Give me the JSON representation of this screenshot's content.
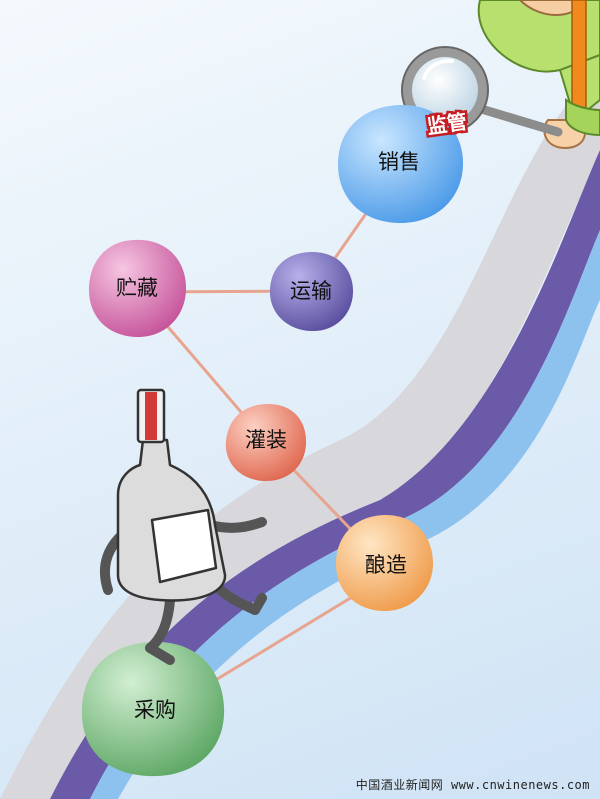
{
  "nodes": {
    "sales": "销售",
    "transport": "运输",
    "storage": "贮藏",
    "bottling": "灌装",
    "brewing": "酿造",
    "purchasing": "采购"
  },
  "supervision": "监管",
  "footer": "中国酒业新闻网 www.cnwinenews.com"
}
